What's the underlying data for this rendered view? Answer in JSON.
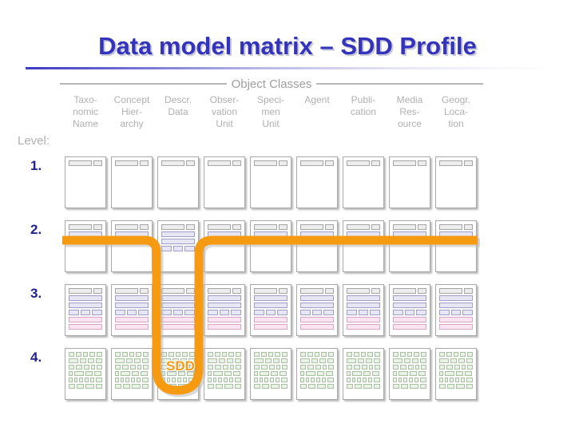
{
  "slide": {
    "title": "Data model matrix – SDD Profile",
    "band_label": "Object Classes",
    "level_label": "Level:",
    "levels": [
      "1.",
      "2.",
      "3.",
      "4."
    ],
    "highlight_label": "SDD",
    "colors": {
      "title": "#3333bb",
      "title_shadow": "#c8c8d8",
      "rule_start": "#3b3bc4",
      "header_text": "#b0b0b0",
      "band_text": "#9e9e9e",
      "level_number": "#22228c",
      "highlight_path": "#F59A11",
      "cell_border": "#a9a9a9",
      "bar_gray": "#ededed",
      "bar_lavender": "#e6e6f4",
      "bar_pink": "#fbe4f1",
      "bar_green": "#eaf2e8"
    },
    "columns": [
      {
        "label": "Taxo-\nnomic\nName"
      },
      {
        "label": "Concept\nHier-\narchy"
      },
      {
        "label": "Descr.\nData"
      },
      {
        "label": "Obser-\nvation\nUnit"
      },
      {
        "label": "Speci-\nmen\nUnit"
      },
      {
        "label": "Agent"
      },
      {
        "label": "Publi-\ncation"
      },
      {
        "label": "Media\nRes-\nource"
      },
      {
        "label": "Geogr.\nLoca-\ntion"
      }
    ]
  }
}
